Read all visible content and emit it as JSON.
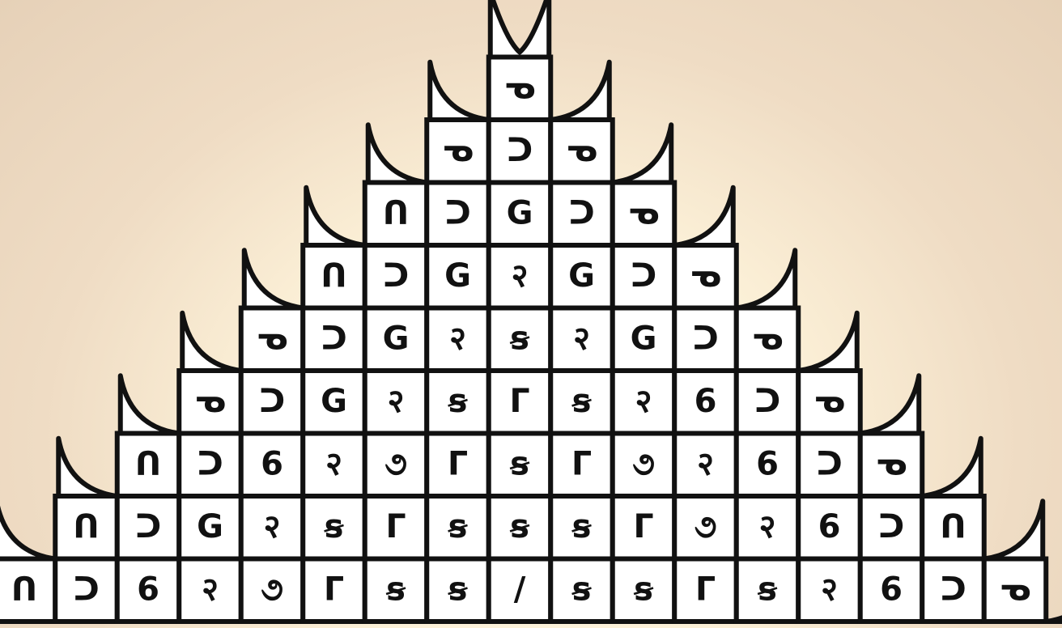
{
  "figure": {
    "background_color": "#f3e4cd",
    "glow_color": "#fffbe6",
    "ink_color": "#111111",
    "rows": [
      [
        "ᓀ"
      ],
      [
        "ᓀ",
        "ᑐ",
        "ᓀ"
      ],
      [
        "ᑎ",
        "ᑐ",
        "G",
        "ᑐ",
        "ᓀ"
      ],
      [
        "ᑎ",
        "ᑐ",
        "G",
        "२",
        "G",
        "ᑐ",
        "ᓀ"
      ],
      [
        "ᓀ",
        "ᑐ",
        "G",
        "२",
        "ꞩ",
        "२",
        "G",
        "ᑐ",
        "ᓀ"
      ],
      [
        "ᓀ",
        "ᑐ",
        "G",
        "२",
        "ꞩ",
        "ᒥ",
        "ꞩ",
        "२",
        "6",
        "ᑐ",
        "ᓀ"
      ],
      [
        "ᑎ",
        "ᑐ",
        "6",
        "२",
        "૭",
        "ᒥ",
        "ꞩ",
        "ᒥ",
        "૭",
        "२",
        "6",
        "ᑐ",
        "ᓀ"
      ],
      [
        "ᑎ",
        "ᑐ",
        "G",
        "२",
        "ꞩ",
        "ᒥ",
        "ꞩ",
        "ꞩ",
        "ꞩ",
        "ᒥ",
        "૭",
        "२",
        "6",
        "ᑐ",
        "ᑎ"
      ],
      [
        "ᑎ",
        "ᑐ",
        "6",
        "२",
        "૭",
        "ᒥ",
        "ꞩ",
        "ꞩ",
        "/",
        "ꞩ",
        "ꞩ",
        "ᒥ",
        "ꞩ",
        "२",
        "6",
        "ᑐ",
        "ᓀ"
      ]
    ]
  }
}
